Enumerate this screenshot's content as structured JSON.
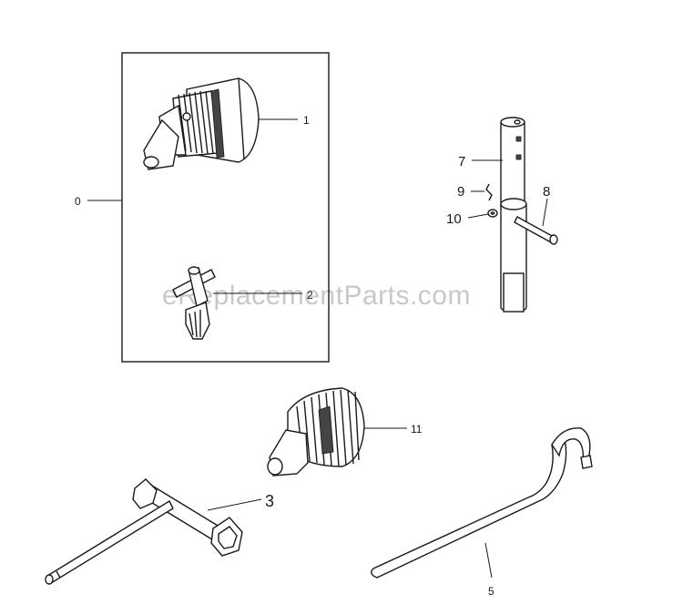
{
  "watermark": "eReplacementParts.com",
  "callouts": {
    "kit": "0",
    "chuck": "1",
    "chuck_key": "2",
    "socket_wrench": "3",
    "spanner": "5",
    "upper_shaft": "7",
    "pin": "8",
    "clip": "9",
    "washer": "10",
    "keyless_chuck": "11"
  }
}
